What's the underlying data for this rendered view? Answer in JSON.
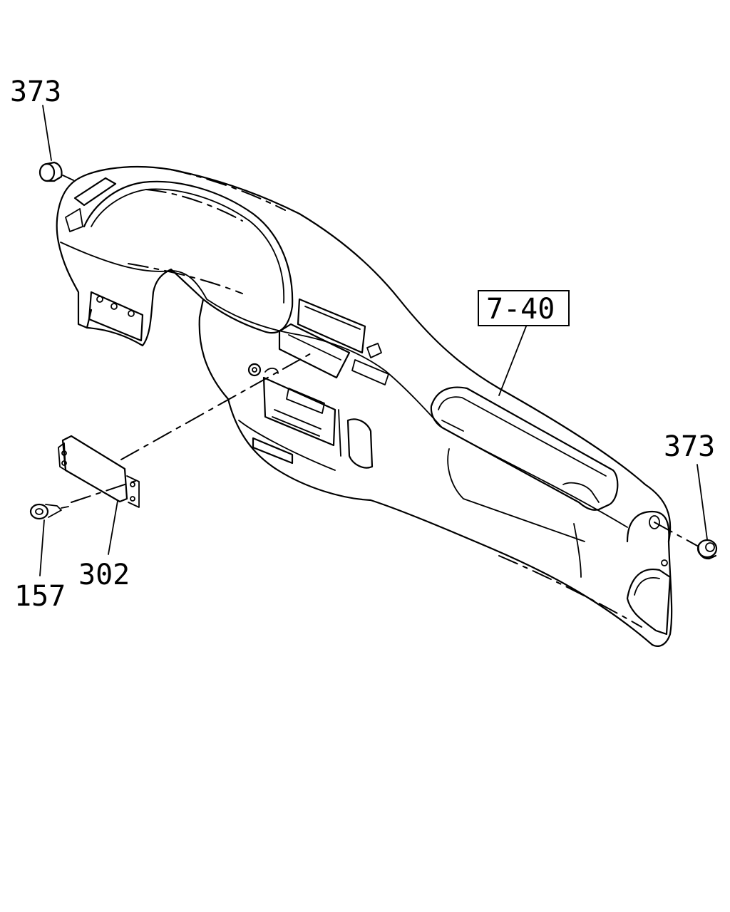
{
  "callouts": {
    "grommet_left": "373",
    "panel_ref": "7-40",
    "grommet_right": "373",
    "bracket": "302",
    "screw": "157"
  }
}
